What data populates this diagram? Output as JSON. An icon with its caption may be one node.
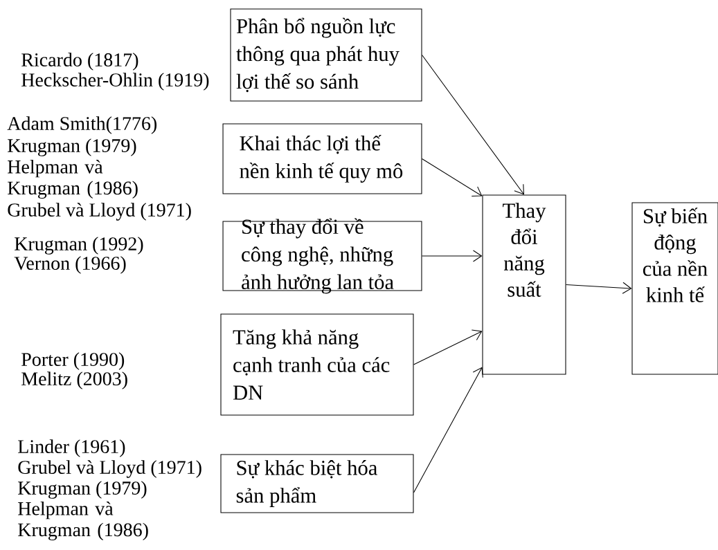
{
  "diagram": {
    "nodes": [
      {
        "text": [
          "Phân bổ nguồn lực thông qua phát huy lợi thế so sánh"
        ]
      },
      {
        "text": [
          "Khai thác lợi thế nền kinh tế quy mô"
        ]
      },
      {
        "text": [
          "Sự thay đổi về công nghệ, những ảnh hưởng lan tỏa"
        ]
      },
      {
        "text": [
          "Tăng khả năng cạnh tranh của các DN"
        ]
      },
      {
        "text": [
          "Sự khác biệt hóa sản phẩm"
        ]
      },
      {
        "text": [
          "Thay đổi năng suất"
        ]
      },
      {
        "text": [
          "Sự biến động của nền kinh tế"
        ]
      }
    ],
    "edges": [
      {
        "from": 0,
        "to": 5,
        "arrow": "to"
      },
      {
        "from": 1,
        "to": 5,
        "arrow": "to"
      },
      {
        "from": 2,
        "to": 5,
        "arrow": "to"
      },
      {
        "from": 3,
        "to": 5,
        "arrow": "to"
      },
      {
        "from": 4,
        "to": 5,
        "arrow": "to"
      },
      {
        "from": 5,
        "to": 6,
        "arrow": "to"
      }
    ],
    "labels": [
      "Ricardo (1817)",
      "Heckscher-Ohlin (1919)",
      "Adam Smith(1776)",
      "Krugman (1979)",
      "Helpman và Krugman (1986)",
      "Grubel và Lloyd (1971)",
      "Krugman (1992)",
      "Vernon (1966)",
      "Porter (1990)",
      "Melitz (2003)",
      "Linder (1961)",
      "Grubel và Lloyd (1971)",
      "Krugman (1979)",
      "Helpman và Krugman (1986)"
    ]
  }
}
